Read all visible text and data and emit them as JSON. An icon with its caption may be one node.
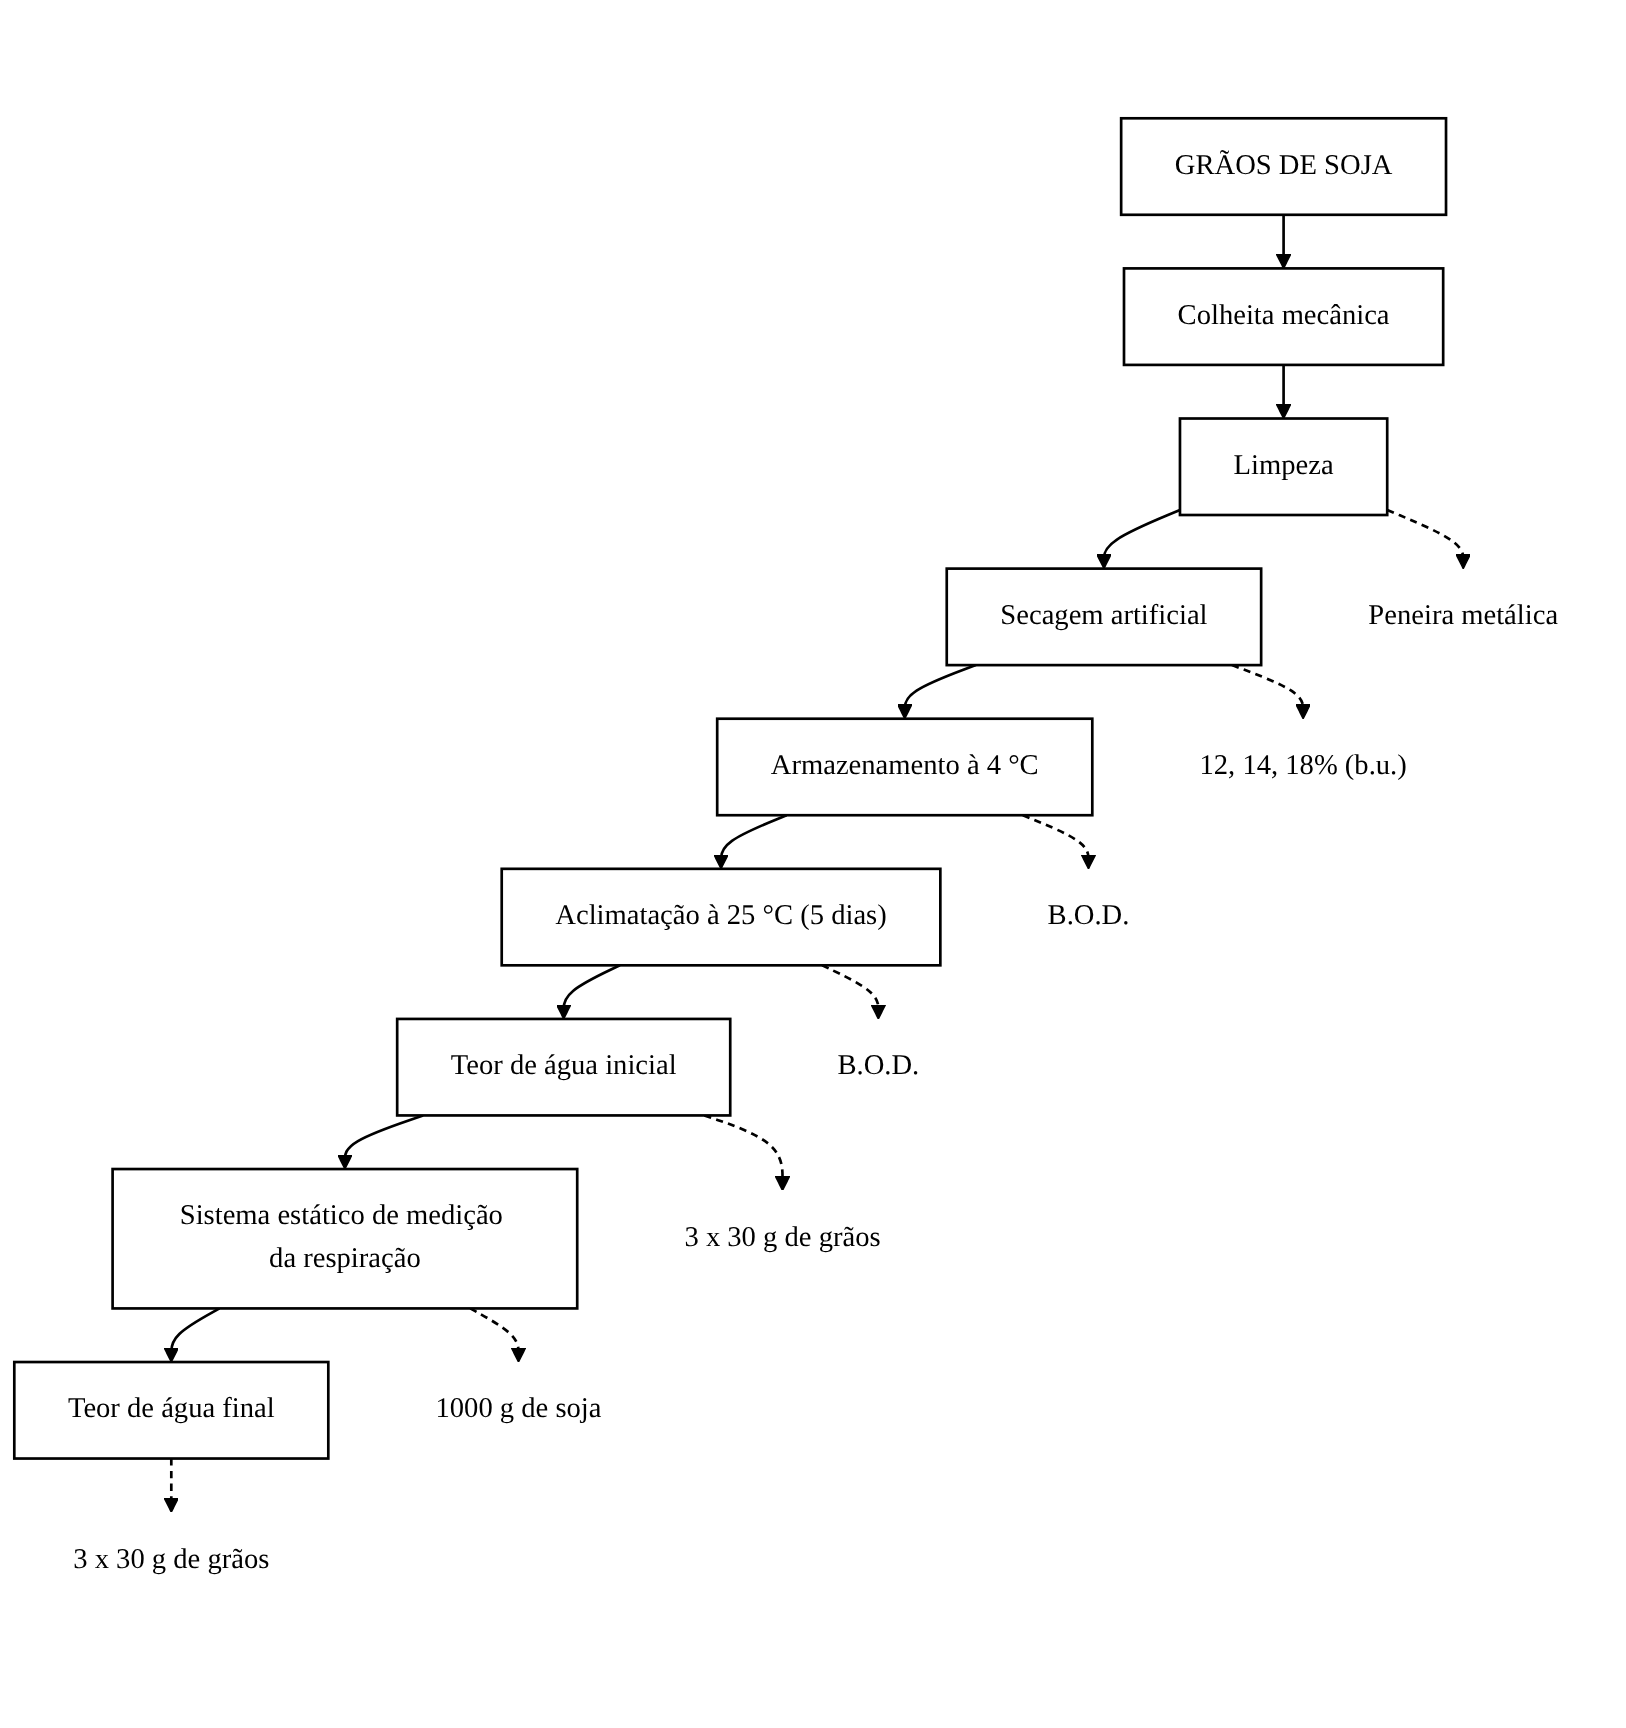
{
  "diagram": {
    "nodes": [
      {
        "text": [
          "GRÃOS DE SOJA"
        ]
      },
      {
        "text": [
          "Colheita mecânica"
        ]
      },
      {
        "text": [
          "Limpeza"
        ]
      },
      {
        "text": [
          "Secagem artificial"
        ]
      },
      {
        "text": [
          "Armazenamento à 4 °C"
        ]
      },
      {
        "text": [
          "Aclimatação à 25 °C (5 dias)"
        ]
      },
      {
        "text": [
          "Teor de água inicial"
        ]
      },
      {
        "text": [
          "Sistema estático de medição da respiração"
        ]
      },
      {
        "text": [
          "Teor de água final"
        ]
      },
      {
        "text": [
          "Peneira metálica"
        ]
      },
      {
        "text": [
          "12, 14, 18% (b.u.)"
        ]
      },
      {
        "text": [
          "B.O.D."
        ]
      },
      {
        "text": [
          "B.O.D."
        ]
      },
      {
        "text": [
          "3 x 30 g de grãos"
        ]
      },
      {
        "text": [
          "1000 g de soja"
        ]
      },
      {
        "text": [
          "3 x 30 g de grãos"
        ]
      }
    ],
    "edges": [
      {
        "from": 0,
        "to": 1,
        "arrow": "to"
      },
      {
        "from": 1,
        "to": 2,
        "arrow": "to"
      },
      {
        "from": 2,
        "to": 3,
        "arrow": "to"
      },
      {
        "from": 3,
        "to": 4,
        "arrow": "to"
      },
      {
        "from": 4,
        "to": 5,
        "arrow": "to"
      },
      {
        "from": 5,
        "to": 6,
        "arrow": "to"
      },
      {
        "from": 6,
        "to": 7,
        "arrow": "to"
      },
      {
        "from": 7,
        "to": 8,
        "arrow": "to"
      },
      {
        "from": 2,
        "to": 9,
        "arrow": "to",
        "style": "dashed"
      },
      {
        "from": 3,
        "to": 10,
        "arrow": "to",
        "style": "dashed"
      },
      {
        "from": 4,
        "to": 11,
        "arrow": "to",
        "style": "dashed"
      },
      {
        "from": 5,
        "to": 12,
        "arrow": "to",
        "style": "dashed"
      },
      {
        "from": 6,
        "to": 13,
        "arrow": "to",
        "style": "dashed"
      },
      {
        "from": 7,
        "to": 14,
        "arrow": "to",
        "style": "dashed"
      },
      {
        "from": 8,
        "to": 15,
        "arrow": "to",
        "style": "dashed"
      }
    ]
  }
}
